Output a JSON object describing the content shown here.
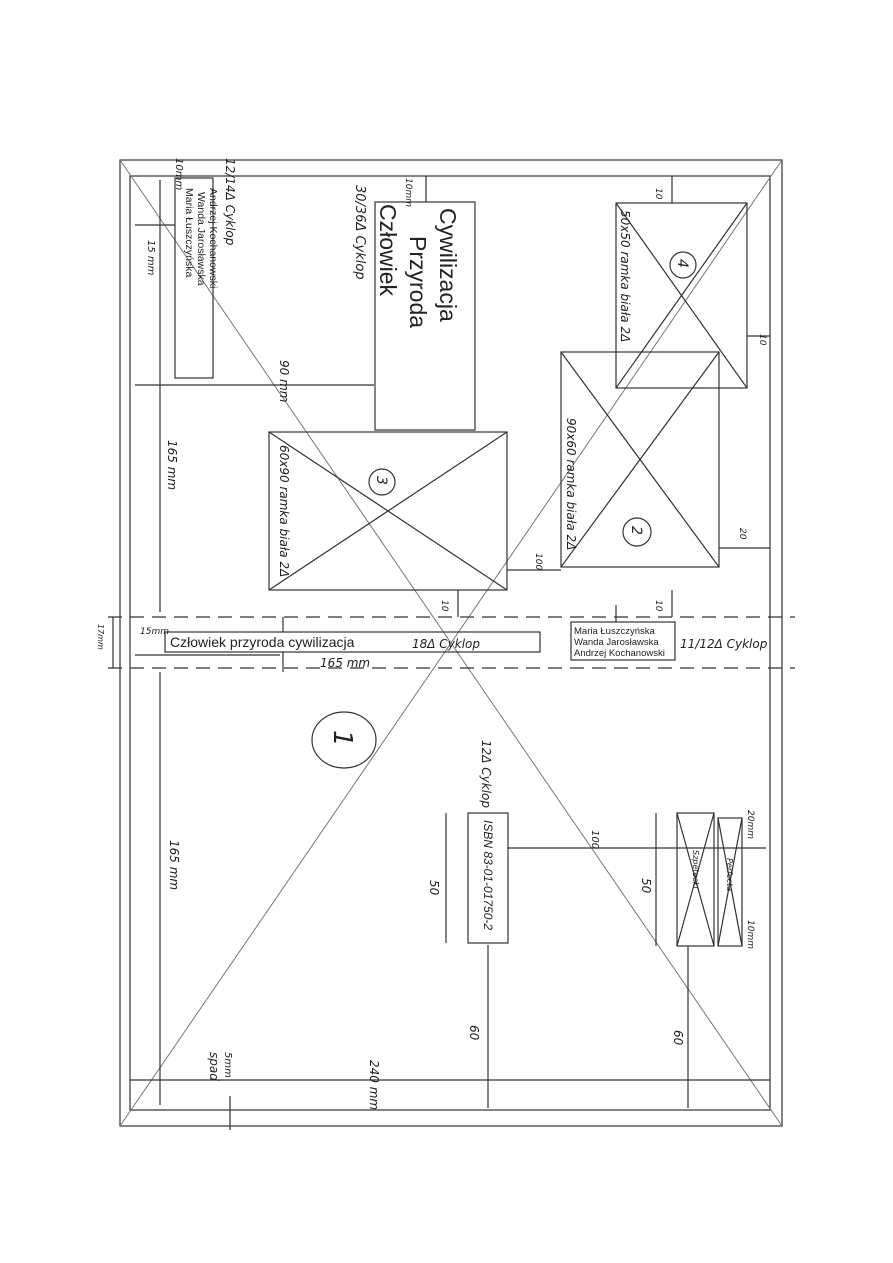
{
  "spine": {
    "title": "Człowiek przyroda cywilizacja",
    "title_size_note": "18Δ Cyklop",
    "authors": [
      "Maria Łuszczyńska",
      "Wanda Jarosławska",
      "Andrzej Kochanowski"
    ],
    "authors_size_note": "11/12Δ Cyklop",
    "width_note": "17mm",
    "offset_note": "15mm",
    "length_note": "165 mm"
  },
  "front_cover": {
    "authors": [
      "Maria Łuszczyńska",
      "Wanda Jarosławska",
      "Andrzej Kochanowski"
    ],
    "authors_size_note": "12/14Δ Cyklop",
    "authors_top_note": "10mm",
    "authors_side_note": "15 mm",
    "title_lines": [
      "Człowiek",
      "Przyroda",
      "Cywilizacja"
    ],
    "title_size_note": "30/36Δ Cyklop",
    "title_top_note": "10mm",
    "title_offset_note": "90 mm",
    "height_note": "165 mm",
    "image_3_note": "60x90 ramka biała 2Δ",
    "image_3_label": "3",
    "image_2_note": "90x60 ramka biała 2Δ",
    "image_2_label": "2",
    "image_4_note": "50x50 ramka biała 2Δ",
    "image_4_label": "4",
    "dim_10_a": "10",
    "dim_10_b": "10",
    "dim_10_c": "10",
    "dim_10_d": "10",
    "dim_20": "20",
    "dim_100": "100"
  },
  "back_cover": {
    "label": "1",
    "height_note": "165 mm",
    "width_note": "240 mm",
    "bleed_note": "spad",
    "bleed_value": "5mm",
    "isbn": "ISBN 83-01-01750-2",
    "isbn_size_note": "12Δ Cyklop",
    "isbn_dim_50": "50",
    "isbn_dim_60": "60",
    "isbn_dim_100": "100",
    "logo_1": "Szpetecki",
    "logo_2": "Perfecta",
    "logo_dim_50": "50",
    "logo_dim_60": "60",
    "logo_dim_20": "20mm",
    "logo_dim_10": "10mm"
  }
}
